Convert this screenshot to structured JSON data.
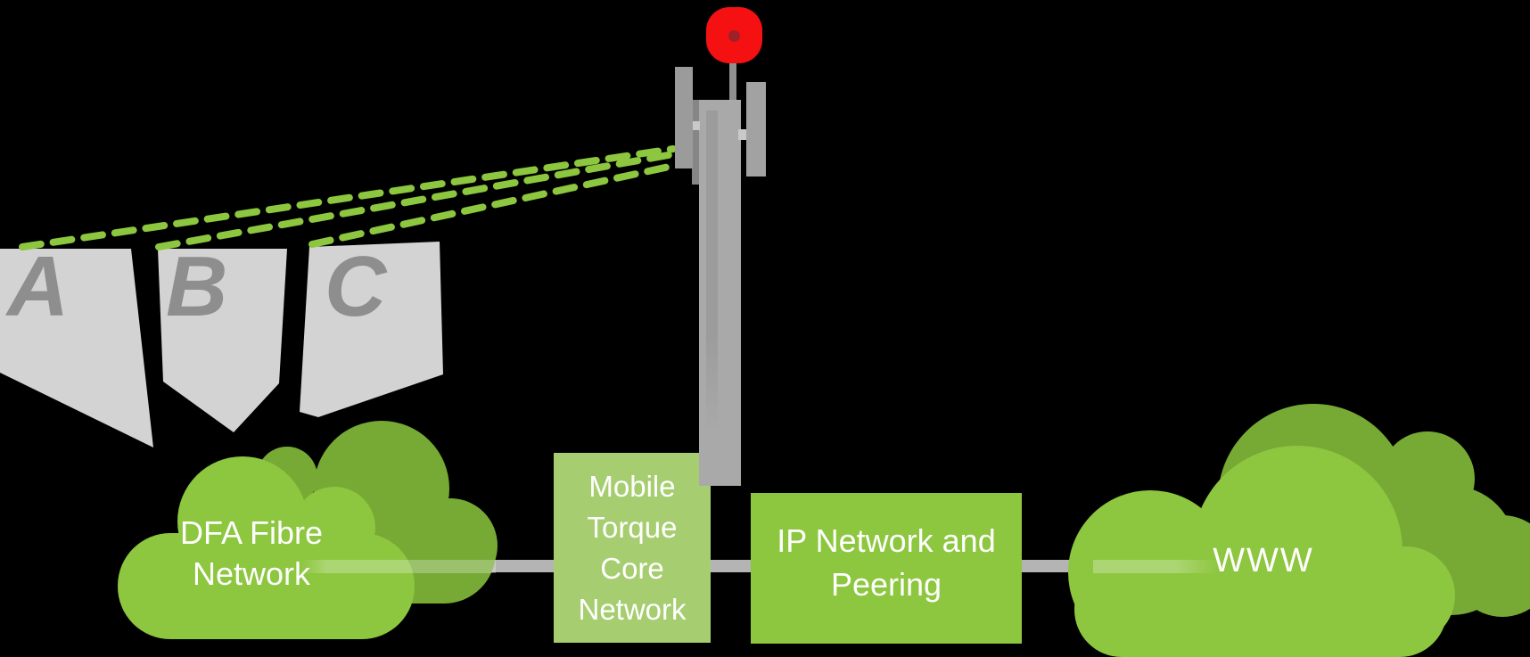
{
  "scene": {
    "sites": [
      {
        "label": "A"
      },
      {
        "label": "B"
      },
      {
        "label": "C"
      }
    ],
    "nodes": {
      "dfa_cloud": {
        "label": "DFA Fibre\nNetwork"
      },
      "core_box": {
        "label": "Mobile\nTorque\nCore\nNetwork"
      },
      "ip_box": {
        "label": "IP Network and\nPeering"
      },
      "www_cloud": {
        "label": "WWW"
      }
    },
    "colors": {
      "background": "#000000",
      "green": "#8dc63f",
      "green_dark": "#77aa35",
      "green_light": "#a6ce70",
      "banner_gray": "#d3d3d3",
      "letter_gray": "#8e8e8e",
      "line_gray": "#b4b4b4",
      "mast_gray": "#a9a9a9",
      "panel_gray": "#9b9b9b",
      "beacon_red": "#f51111",
      "beacon_dark_red": "#9e2028",
      "text_white": "#ffffff"
    }
  }
}
